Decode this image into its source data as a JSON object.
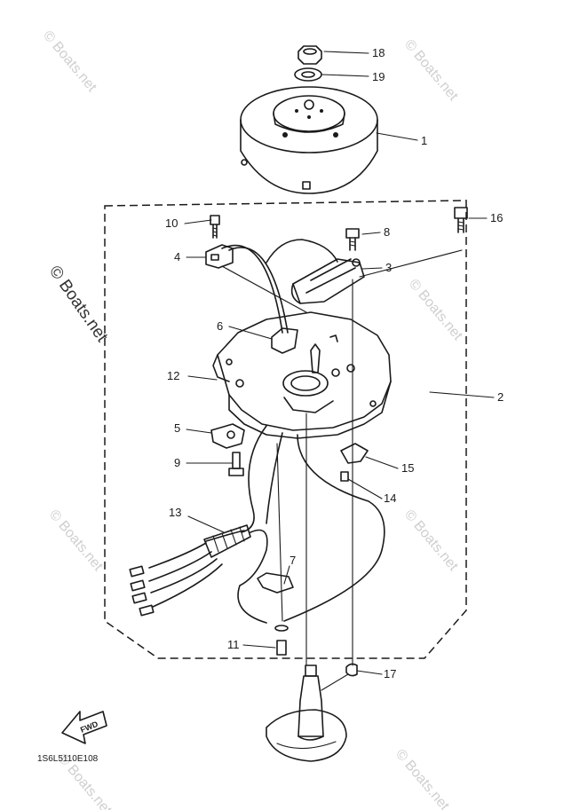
{
  "callouts": {
    "c1": "1",
    "c2": "2",
    "c3": "3",
    "c4": "4",
    "c5": "5",
    "c6": "6",
    "c7": "7",
    "c8": "8",
    "c9": "9",
    "c10": "10",
    "c11": "11",
    "c12": "12",
    "c13": "13",
    "c14": "14",
    "c15": "15",
    "c16": "16",
    "c17": "17",
    "c18": "18",
    "c19": "19"
  },
  "diagram_code": "1S6L5110E108",
  "direction_label": "FWD",
  "watermark": "© Boats.net"
}
